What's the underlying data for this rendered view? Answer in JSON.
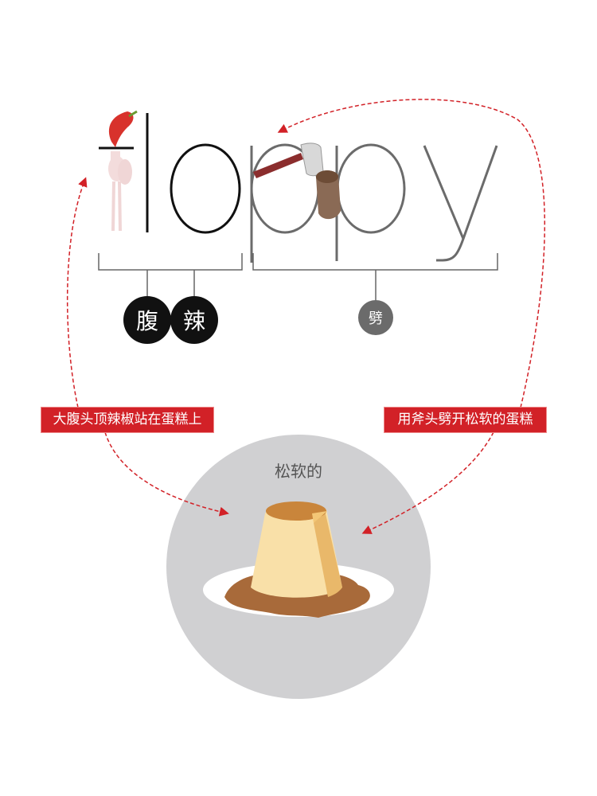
{
  "word": "floppy",
  "segments": [
    {
      "part": "flo",
      "chars": [
        "腹",
        "辣"
      ]
    },
    {
      "part": "ppy",
      "chars": [
        "劈"
      ]
    }
  ],
  "labels": {
    "left": "大腹头顶辣椒站在蛋糕上",
    "right": "用斧头劈开松软的蛋糕"
  },
  "meaning": "松软的",
  "colors": {
    "accent": "#d22127",
    "circle_bg": "#d0d0d2",
    "dark": "#111111",
    "gray": "#6b6b6b"
  }
}
